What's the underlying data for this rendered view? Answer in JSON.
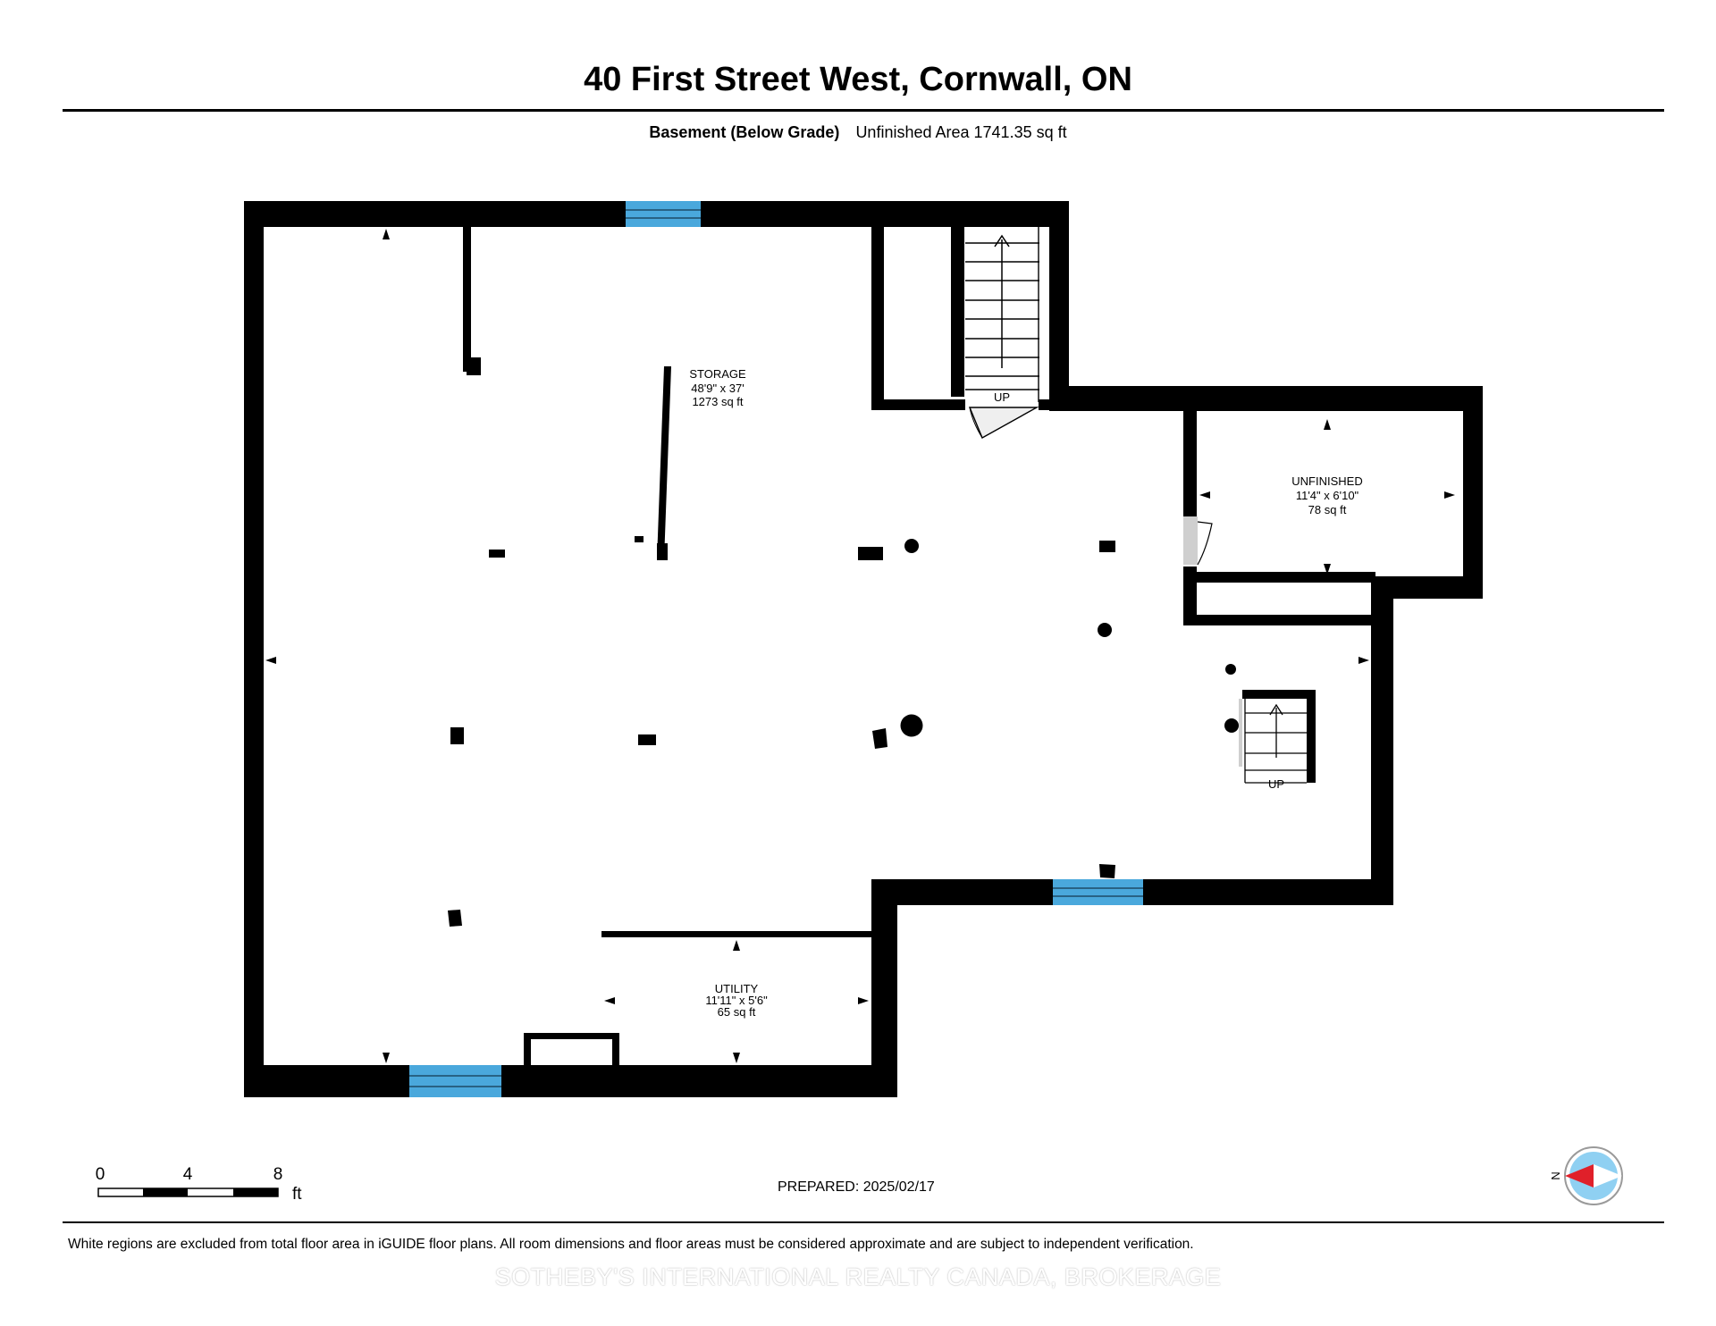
{
  "header": {
    "address": "40 First Street West, Cornwall, ON",
    "level_name": "Basement (Below Grade)",
    "area_summary": "Unfinished Area 1741.35 sq ft"
  },
  "rooms": [
    {
      "name": "STORAGE",
      "dims": "48'9\" x 37'",
      "area": "1273 sq ft"
    },
    {
      "name": "UNFINISHED",
      "dims": "11'4\" x 6'10\"",
      "area": "78 sq ft"
    },
    {
      "name": "UTILITY",
      "dims": "11'11\" x 5'6\"",
      "area": "65 sq ft"
    }
  ],
  "stairs": [
    {
      "label": "UP"
    },
    {
      "label": "UP"
    }
  ],
  "scale_bar": {
    "ticks": [
      "0",
      "4",
      "8"
    ],
    "unit": "ft"
  },
  "compass": {
    "north_label": "N"
  },
  "prepared": "PREPARED: 2025/02/17",
  "disclaimer": "White regions are excluded from total floor area in iGUIDE floor plans. All room dimensions and floor areas must be considered approximate and are subject to independent verification.",
  "watermark": "SOTHEBY'S INTERNATIONAL REALTY CANADA, BROKERAGE",
  "colors": {
    "wall": "#000000",
    "window": "#4aa8dc",
    "door_swing": "#cfcfcf",
    "compass_red": "#e0202a",
    "compass_blue": "#8fd0f2"
  }
}
